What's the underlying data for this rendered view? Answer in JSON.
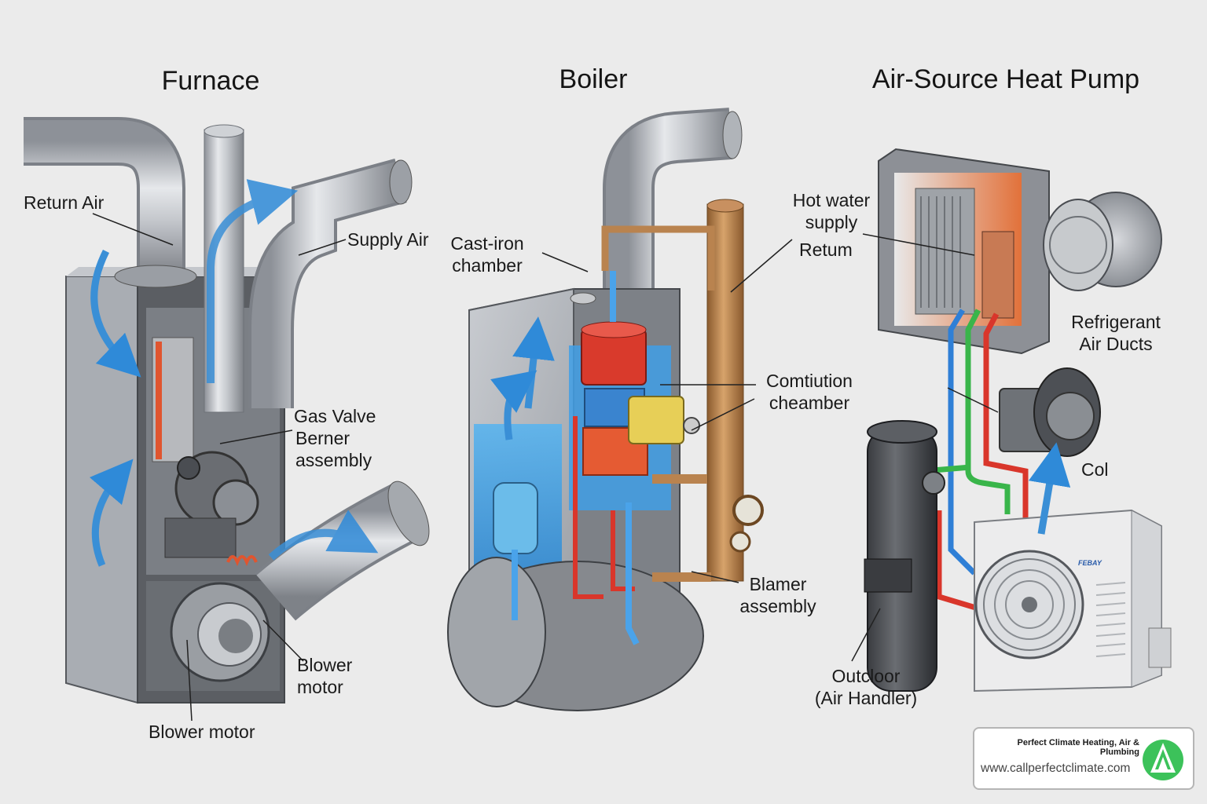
{
  "titles": {
    "furnace": "Furnace",
    "boiler": "Boiler",
    "heat_pump": "Air-Source Heat Pump"
  },
  "furnace_labels": {
    "return_air": "Return Air",
    "supply_air": "Supply Air",
    "gas_valve": "Gas Valve",
    "burner_assembly": "Berner\nassembly",
    "blower_motor_right": "Blower\nmotor",
    "blower_motor_bottom": "Blower motor"
  },
  "boiler_labels": {
    "cast_iron_chamber": "Cast-iron\nchamber",
    "hot_water_supply": "Hot water\nsupply",
    "return": "Retum",
    "combustion_chamber": "Comtiution\ncheamber",
    "burner_assembly": "Blamer\nassembly"
  },
  "heat_pump_labels": {
    "refrigerant_air_ducts": "Refrigerant\nAir Ducts",
    "coil": "Col",
    "outdoor_air_handler": "Outcloor\n(Air Handler)",
    "unit_brand": "FEBAY"
  },
  "badge": {
    "company": "Perfect Climate Heating, Air & Plumbing",
    "url": "www.callperfectclimate.com",
    "logo_color": "#3cc25a"
  },
  "colors": {
    "background": "#ebebeb",
    "metal": "#b8bcc2",
    "air_flow": "#3a8fd6",
    "hot_line": "#d9362b",
    "cold_line": "#2f7fd6",
    "refrigerant_green": "#39b54a",
    "copper": "#b9834f"
  }
}
